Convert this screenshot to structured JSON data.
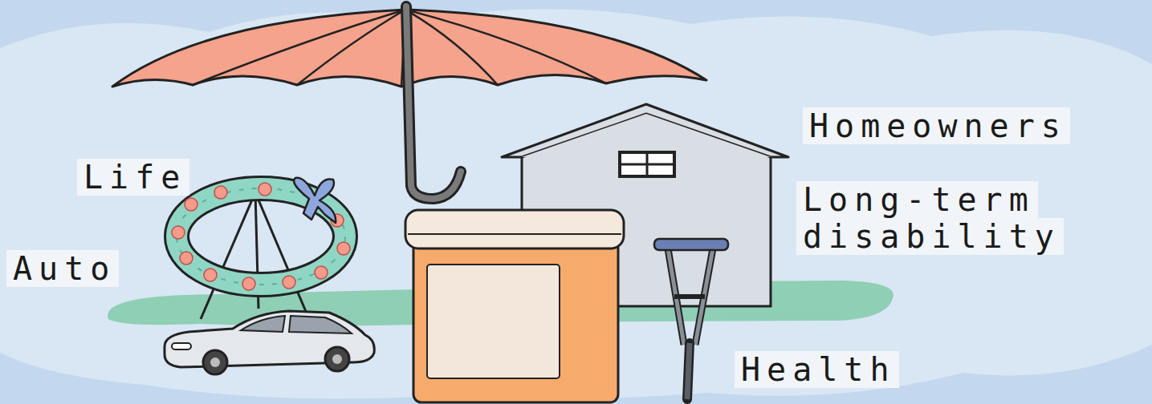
{
  "diagram": {
    "labels": [
      "Homeowners",
      "Life",
      "Long-term disability",
      "Auto",
      "Health"
    ]
  }
}
